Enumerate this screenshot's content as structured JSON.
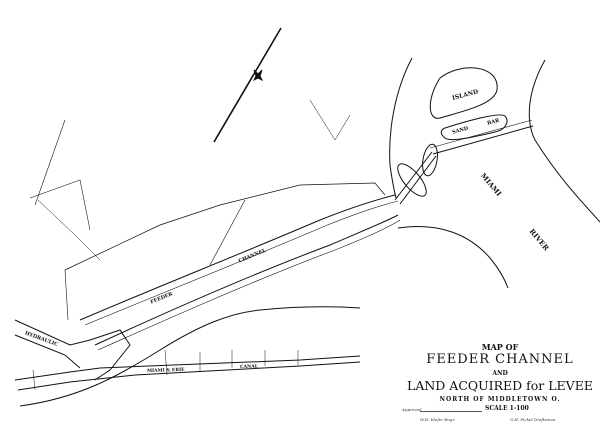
{
  "title_block": {
    "line1": "MAP OF",
    "line2": "FEEDER CHANNEL",
    "line3": "AND",
    "line4": "LAND ACQUIRED for LEVEE",
    "line5": "NORTH OF MIDDLETOWN O.",
    "approved": "Approved",
    "scale": "SCALE 1-100",
    "engineer": "W.H. Kiefer Engr.",
    "draftsman": "G.H. Pickel Draftsman"
  },
  "labels": {
    "island": "ISLAND",
    "sand": "SAND",
    "bar": "BAR",
    "miami": "MIAMI",
    "river": "RIVER",
    "feeder": "FEEDER",
    "channel": "CHANNEL",
    "hydraulic": "HYDRAULIC",
    "canal_miami": "MIAMI & ERIE",
    "canal": "CANAL"
  },
  "icons": [
    "north-arrow-icon"
  ],
  "colors": {
    "ink": "#111111",
    "paper": "#ffffff"
  }
}
